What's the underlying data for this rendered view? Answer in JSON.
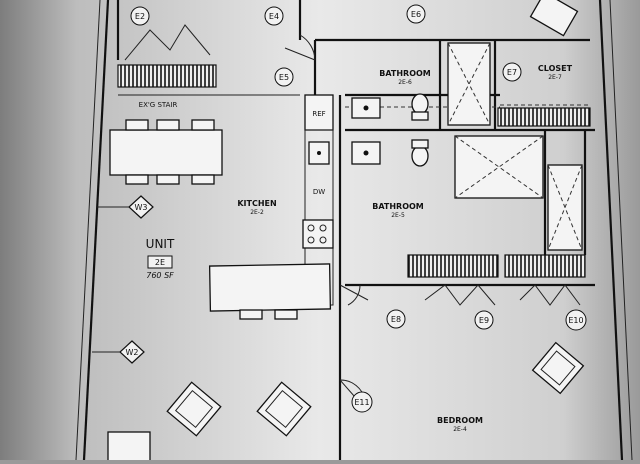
{
  "unit": {
    "label": "UNIT",
    "code": "2E",
    "area": "760 SF"
  },
  "rooms": {
    "kitchen": {
      "name": "KITCHEN",
      "number": "2E-2"
    },
    "bathroom_top": {
      "name": "BATHROOM",
      "number": "2E-6"
    },
    "bathroom_mid": {
      "name": "BATHROOM",
      "number": "2E-5"
    },
    "closet": {
      "name": "CLOSET",
      "number": "2E-7"
    },
    "bedroom": {
      "name": "BEDROOM",
      "number": "2E-4"
    }
  },
  "labels": {
    "stair": "EX'G STAIR",
    "ref": "REF",
    "dw": "DW"
  },
  "door_tags": [
    "E2",
    "E4",
    "E5",
    "E6",
    "E7",
    "E8",
    "E9",
    "E10",
    "E11"
  ],
  "window_tags": [
    "W3",
    "W2"
  ]
}
